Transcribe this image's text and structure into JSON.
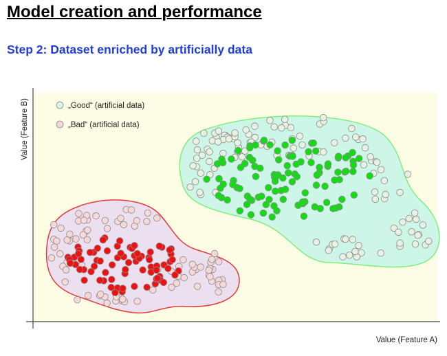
{
  "page": {
    "title": "Model creation and performance",
    "subtitle": "Step 2: Dataset enriched by artificially data"
  },
  "axes": {
    "xlabel": "Value (Feature A)",
    "ylabel": "Value (Feature B)"
  },
  "legend": {
    "good": "„Good“ (artificial data)",
    "bad": "„Bad“ (artificial data)"
  },
  "colors": {
    "plot_background": "#fdfde6",
    "good_cluster_fill": "#cdf6e8",
    "good_cluster_border": "#7ef07a",
    "bad_cluster_fill": "#ece0f0",
    "bad_cluster_border": "#e23a3a",
    "good_real_point": "#12dd12",
    "bad_real_point": "#ee1111",
    "good_artificial_point": "#e7f2e2",
    "bad_artificial_point": "#f5d9d9",
    "point_outline": "#8a8a8a",
    "subtitle": "#1f3fd6"
  }
}
